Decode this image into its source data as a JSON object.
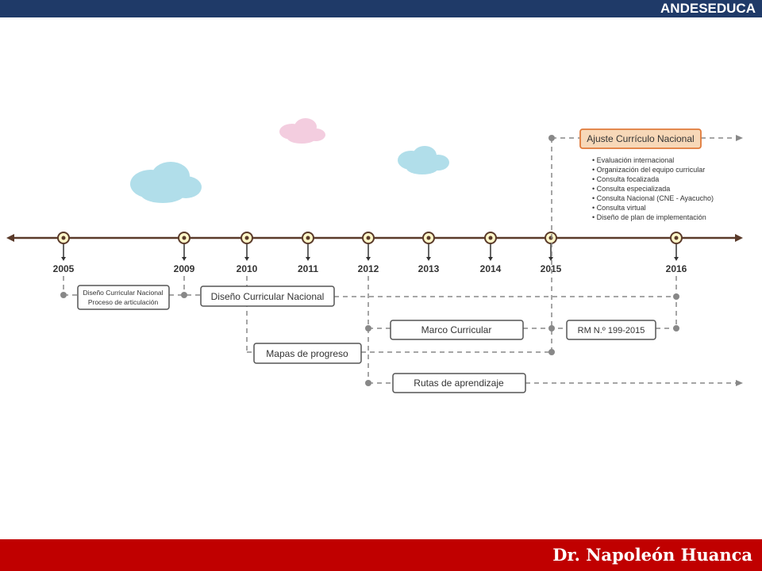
{
  "header": {
    "title": "ANDESEDUCA"
  },
  "footer": {
    "author": "Dr. Napoleón Huanca"
  },
  "colors": {
    "header_bar": "#1f3a68",
    "footer_bar": "#c00000",
    "timeline": "#5a3a2a",
    "cloud_blue": "#a9dbe8",
    "cloud_pink": "#f2c8dc",
    "highlight_box": "#f7d8b8",
    "highlight_border": "#e07a3a"
  },
  "timeline": {
    "years": [
      "2005",
      "2009",
      "2010",
      "2011",
      "2012",
      "2013",
      "2014",
      "2015",
      "2016"
    ]
  },
  "boxes": {
    "dcn_2005_line1": "Diseño Curricular Nacional",
    "dcn_2005_line2": "Proceso de articulación",
    "dcn_2009": "Diseño Curricular Nacional",
    "marco": "Marco Curricular",
    "rm": "RM N.º 199-2015",
    "mapas": "Mapas de progreso",
    "rutas": "Rutas de aprendizaje",
    "ajuste": "Ajuste Currículo Nacional"
  },
  "ajuste_list": [
    "• Evaluación internacional",
    "• Organización del equipo curricular",
    "• Consulta focalizada",
    "• Consulta especializada",
    "• Consulta Nacional (CNE - Ayacucho)",
    "• Consulta virtual",
    "• Diseño de plan de implementación"
  ]
}
